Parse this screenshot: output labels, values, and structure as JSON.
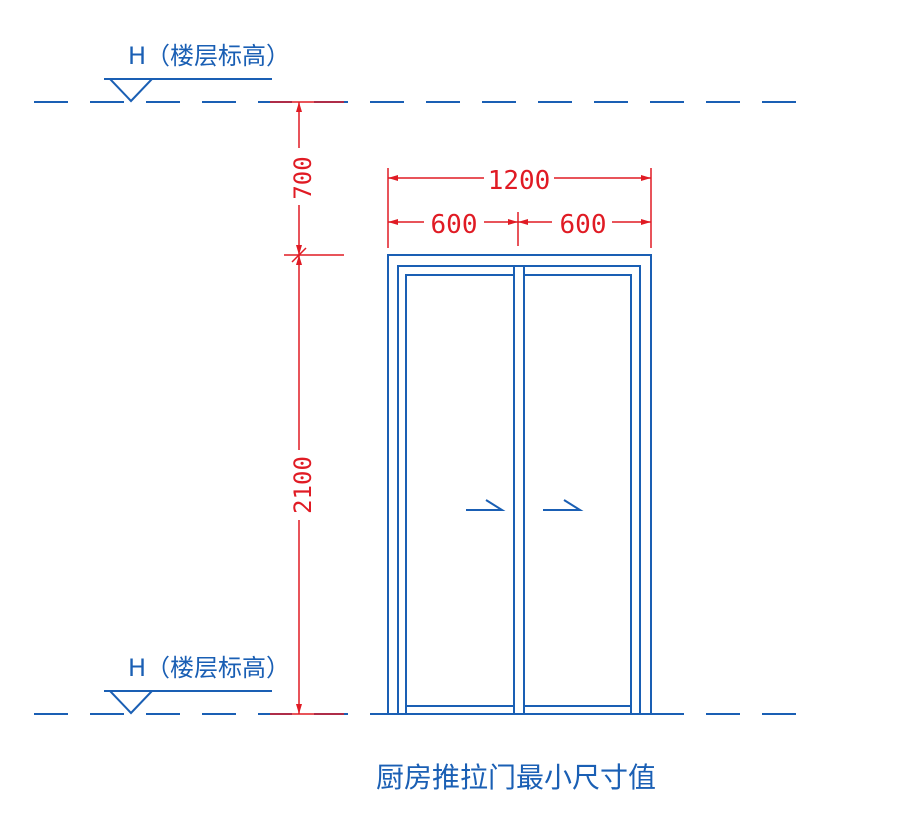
{
  "drawing": {
    "elevation_label_top": "H（楼层标高）",
    "elevation_label_bottom": "H（楼层标高）",
    "dim_vertical_upper": "700",
    "dim_vertical_lower": "2100",
    "dim_width_total": "1200",
    "dim_width_left": "600",
    "dim_width_right": "600",
    "caption": "厨房推拉门最小尺寸值"
  },
  "colors": {
    "drawing_lines": "#1a5fb4",
    "dimension_lines": "#e01b24",
    "background": "#ffffff"
  }
}
